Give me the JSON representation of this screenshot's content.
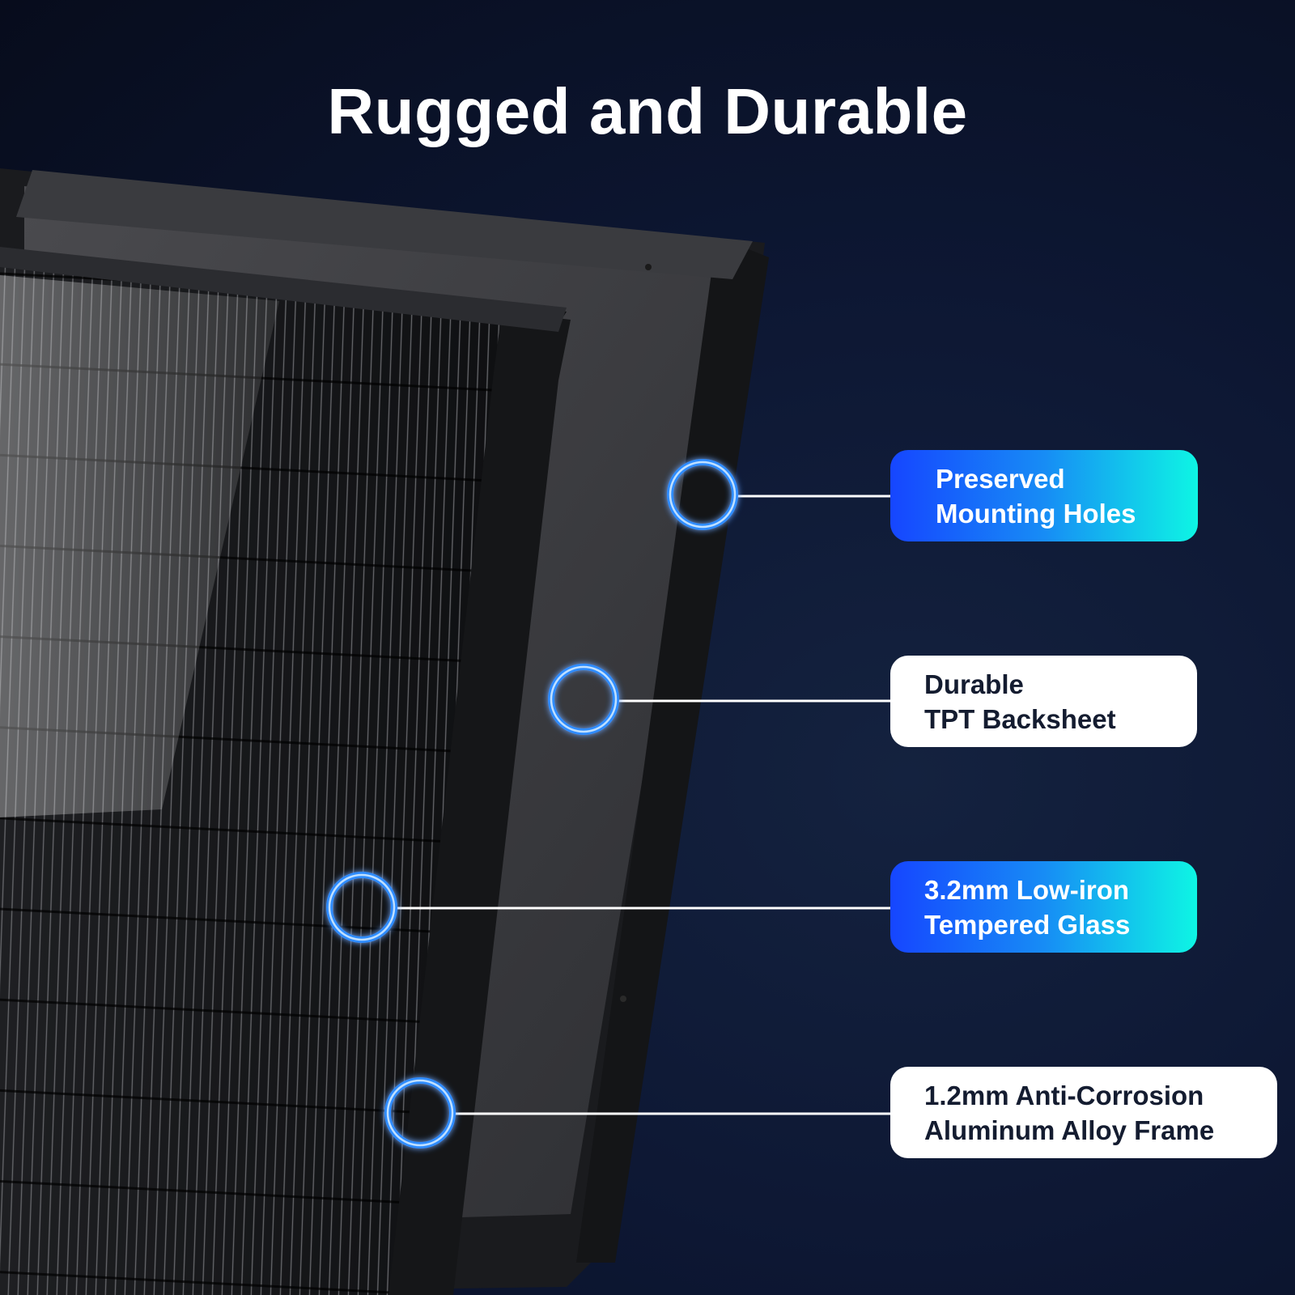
{
  "title": "Rugged and Durable",
  "callouts": [
    {
      "lines": [
        "Preserved",
        "Mounting Holes"
      ],
      "style": "blue"
    },
    {
      "lines": [
        "Durable",
        "TPT Backsheet"
      ],
      "style": "white"
    },
    {
      "lines": [
        "3.2mm Low-iron",
        "Tempered Glass"
      ],
      "style": "blue"
    },
    {
      "lines": [
        "1.2mm Anti-Corrosion",
        "Aluminum Alloy Frame"
      ],
      "style": "white"
    }
  ],
  "colors": {
    "background": "#0d1733",
    "callout_blue_start": "#1646ff",
    "callout_blue_end": "#0ef5e4",
    "callout_white": "#ffffff",
    "marker_ring": "#2f8cff",
    "connector_line": "#ffffff"
  },
  "icons": [
    "marker-ring-icon"
  ]
}
